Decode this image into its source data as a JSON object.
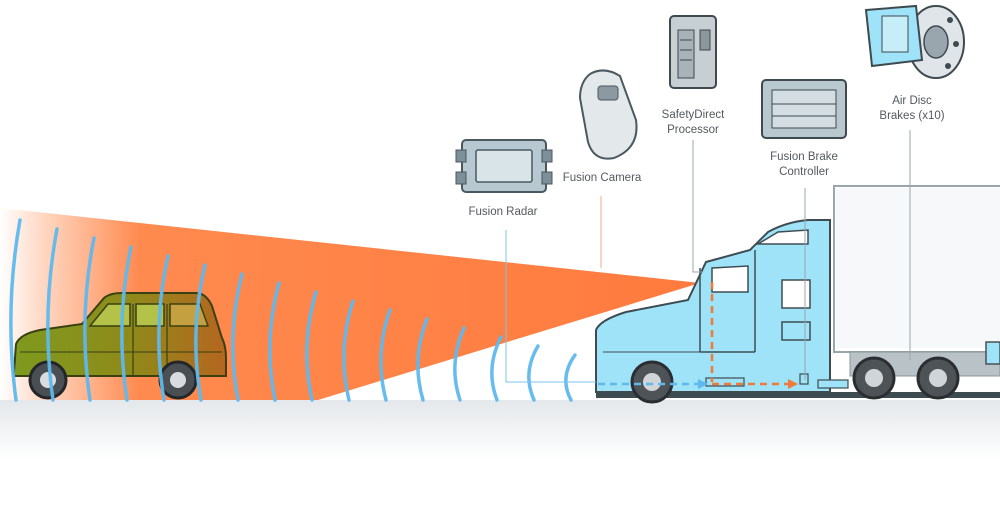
{
  "components": {
    "radar": {
      "label": "Fusion Radar"
    },
    "camera": {
      "label": "Fusion Camera"
    },
    "processor": {
      "label_line1": "SafetyDirect",
      "label_line2": "Processor"
    },
    "brake_controller": {
      "label_line1": "Fusion Brake",
      "label_line2": "Controller"
    },
    "air_disc_brakes": {
      "label_line1": "Air Disc",
      "label_line2": "Brakes (x10)"
    }
  },
  "colors": {
    "camera_beam": "#ff7a3d",
    "radar_waves": "#5fb8ee",
    "truck_body": "#9ee3f7",
    "car_body": "#8a9b1c",
    "signal_arrow": "#f07a3a",
    "data_arrow": "#5fb8ee",
    "device_body": "#c9d3d8",
    "leader_line": "#9aa6ad",
    "ground_shadow": "#eef1f2"
  }
}
